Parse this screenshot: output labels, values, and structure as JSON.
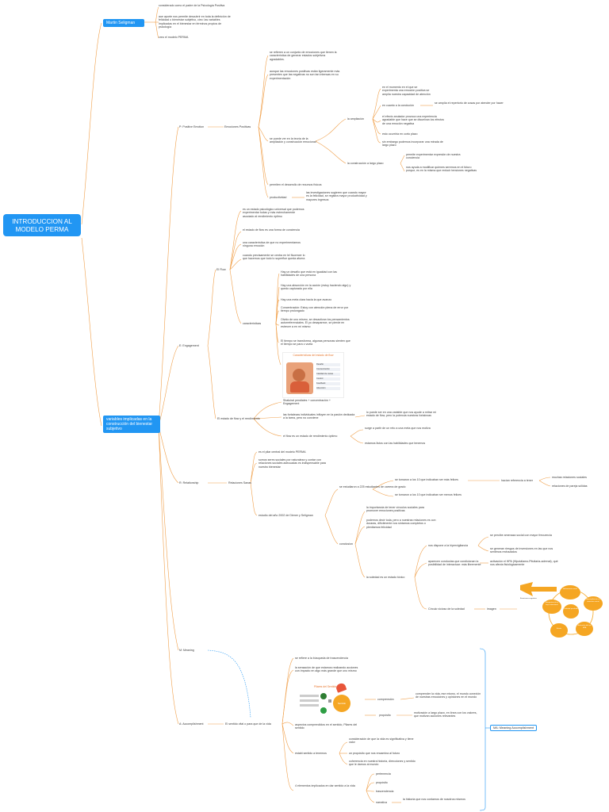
{
  "root": {
    "label": "INTRODUCCION AL\nMODELO PERMA"
  },
  "seligman": {
    "label": "Martin Seligman",
    "items": [
      "considerado como el padre de la Psicología Positiva",
      "aue aporte nos permite descubrir en toda la definición de felicidad o bienestar subjetivo, ciec: las variables implicadas en el bienestar en términos propios de psicología",
      "creo el modelo PERMA"
    ]
  },
  "variables": {
    "label": "variables implicadas en la construcción del bienestar subjetivo"
  },
  "p": {
    "label": "P: Positive Emotion",
    "emociones": "Emociones Positivas",
    "texts": [
      "se refieren a un conjunto de emociones que tienen la característica de generar estados subjetivos agradables.",
      "aunque las emociones positivas están ligeramente más presentes que las negativas no son tan intensas en su experimentación",
      "se puede ver en la teoría de la ampliación y construcción emocional",
      "permiten el desarrollo de recursos físicos",
      "productividad"
    ],
    "productividad_note": "las investigaciones sugieren que cuando mayor es la felicidad, se registra mayor productividad y mayores ingresos",
    "ampliacion": "la ampliación",
    "ampliacion_items": [
      "en el momento en el que se experimenta una emoción positiva se amplía nuestra capacidad de atención",
      "en cuanto a la condución",
      "el efecto anulador provoca una experiencia agradable que hace que se disuelvan los efectos de una emoción negativa",
      "esto ocurriría en corto plazo",
      "sin embargo podemos incorporar una mirada de largo plazo"
    ],
    "conducion_note": "se amplía el repertorio de cosas por atender por hacer",
    "construccion": "la construcción a largo plazo",
    "construccion_items": [
      "permite experimentar expresión de nuestra conciencia",
      "nos ayuda a modificar quienes seremos en el futuro porque, es en la misma que reducir tensiones negativas"
    ]
  },
  "e": {
    "label": "E: Engagement",
    "flow": "El Flow",
    "flow_items": [
      "es un estado psicológico universal que podemos experimentar todas y más estrechamente asociado al rendimiento óptimo",
      "el estado de flow es una forma de conciencia",
      "una característica de que no experimentamos ninguna emoción",
      "cuando precisamente se centra en lel fluorecer lo que hacemos que todo lo superflue queda afuera"
    ],
    "caracteristicas": "características",
    "car_items": [
      "Hay un desafío que está en igualdad con las habilidades de una persona",
      "Hay una absorción en la acción (estoy haciendo algo) y quedo capturado por ella",
      "Hay una meta clara hacia la que avanzo",
      "Concentración: Estoy con atención plena de error por tiempo prolongado",
      "Olvido de uno mismo, se desactivan los pensamientos autorreferenciales. El yo desaparece, se pierde en estrecer a en mí mismo",
      "El tiempo se transforma, algunas personas sienten que el tiempo se para o vuela"
    ],
    "image_title": "Características del estado de flow",
    "image_tags": [
      "Desafío",
      "Concentración",
      "Claridad de metas",
      "Control",
      "Feedback",
      "Absorción"
    ],
    "flow_vs": "El estado de flow y el rendimiento",
    "flow_vs_items": [
      "Shaluiral pendiales + concentración + Engagement",
      "las fortalezas individuales influyen en la pasión dedicada a la tarea, pero no conviene",
      "el flow es un estado de rendimiento óptimo"
    ],
    "fortalezas_note": "lo puede ser en una variable que nos ayude a mitrar mi estado de flow, pero la potencia nuestras fortalezas",
    "optimo_items": [
      "surge a partir de un reto a una meta que nos motiva",
      "estamos listos con las habilidades que tenemos"
    ]
  },
  "r": {
    "label": "R: Relationship",
    "relaciones": "Relaciones Sanas",
    "items": [
      "es el pilar central del modelo PERMA",
      "somos seres sociales por naturaleza y contar con relaciones sociales adecuadas es indispensable para nuestro bienestar",
      "estudio del año 2002 de Diener y Seligman"
    ],
    "estudio_a": "se estudiaron a 225 estudiantes de carrera de grado",
    "grupos": [
      "se tomaron a los 10 que indicaban ser más felices",
      "se tomaron a los 10 que indicaban ser menos felices"
    ],
    "referencia": "hacían referencia a tener",
    "referencia_items": [
      "muchas relaciones sociales",
      "relaciones de pareja sólidas"
    ],
    "conclusion": "conclusion",
    "conclusion_items": [
      "la importancia de tener vínculos sociales para promover emociones positivas",
      "podemos decir toda, pero a nuestras relaciones es con duraras, difícilmente nos sintamos completos o plenitamos felicidad",
      "la soledad es un estado tóxico"
    ],
    "soledad_items": [
      "nos dispone a la hipervigilancia",
      "aparecen conductas que condicionan la posibilidad de interactuar: más libremente"
    ],
    "hiper_items": [
      "se percibe amenaza social con mayor frecuencia",
      "se generan riesgos de inversiones en las que nos sentimos rechazados"
    ],
    "activacion": "activación el HPA (Hipotálamo-Pituitaria-adrenal), qué nos afecta fisiológicamente",
    "circulo": "Círculo vicioso de la soledad",
    "imagen": "imagen",
    "cycle_nodes": [
      "Aislamiento social",
      "Hipervigilancia a la amenaza social",
      "Activación del eje HPA",
      "Estrés",
      "Autoprotección y baja autoestima",
      "Emociones negativas"
    ],
    "cycle_center": "Soledad percibida"
  },
  "m": {
    "label": "M: Meaning"
  },
  "a": {
    "label": "A: Accomplishment",
    "sentido": "El sentido vital o para que de la vida",
    "items": [
      "se refiere a la búsqueda de trascendencia",
      "la sensación de que estamos realizando acciones con impacto en algo más grande que uno mismo",
      "aspectos comprendidos en el sentido, Pilares del sentido",
      "estabi sentido a tenemos",
      "4 elementos implicados en dar sentido a la vida"
    ],
    "pilares_title": "Pilares del Sentido",
    "pilares_center": "Sentido",
    "comprension": "comprensión",
    "comprension_note": "comprender la vida, ese mismo, el mundo conexión de nuestras emociones y opiniones en el mundo",
    "proposito": "propósito",
    "proposito_note": "motivación a largo plazo, en línea con los valores, que motivan acciones relevantes",
    "tenemos_items": [
      "consideración de que la vida es significativa y tiene valor",
      "un propósito que nos encamina al futuro",
      "coherencia en nuestra historia, direcciones y sentido que le damos al mundo"
    ],
    "elementos": [
      "pertenencia",
      "propósito",
      "trascendencia",
      "narrativa"
    ],
    "narrativa_note": "la historia que nos contamos de nosotros mismos"
  },
  "side_label": "MA: Meaning Accomplishment",
  "colors": {
    "blue": "#2196f3",
    "orange": "#f5a623",
    "line": "#f0a04b"
  }
}
